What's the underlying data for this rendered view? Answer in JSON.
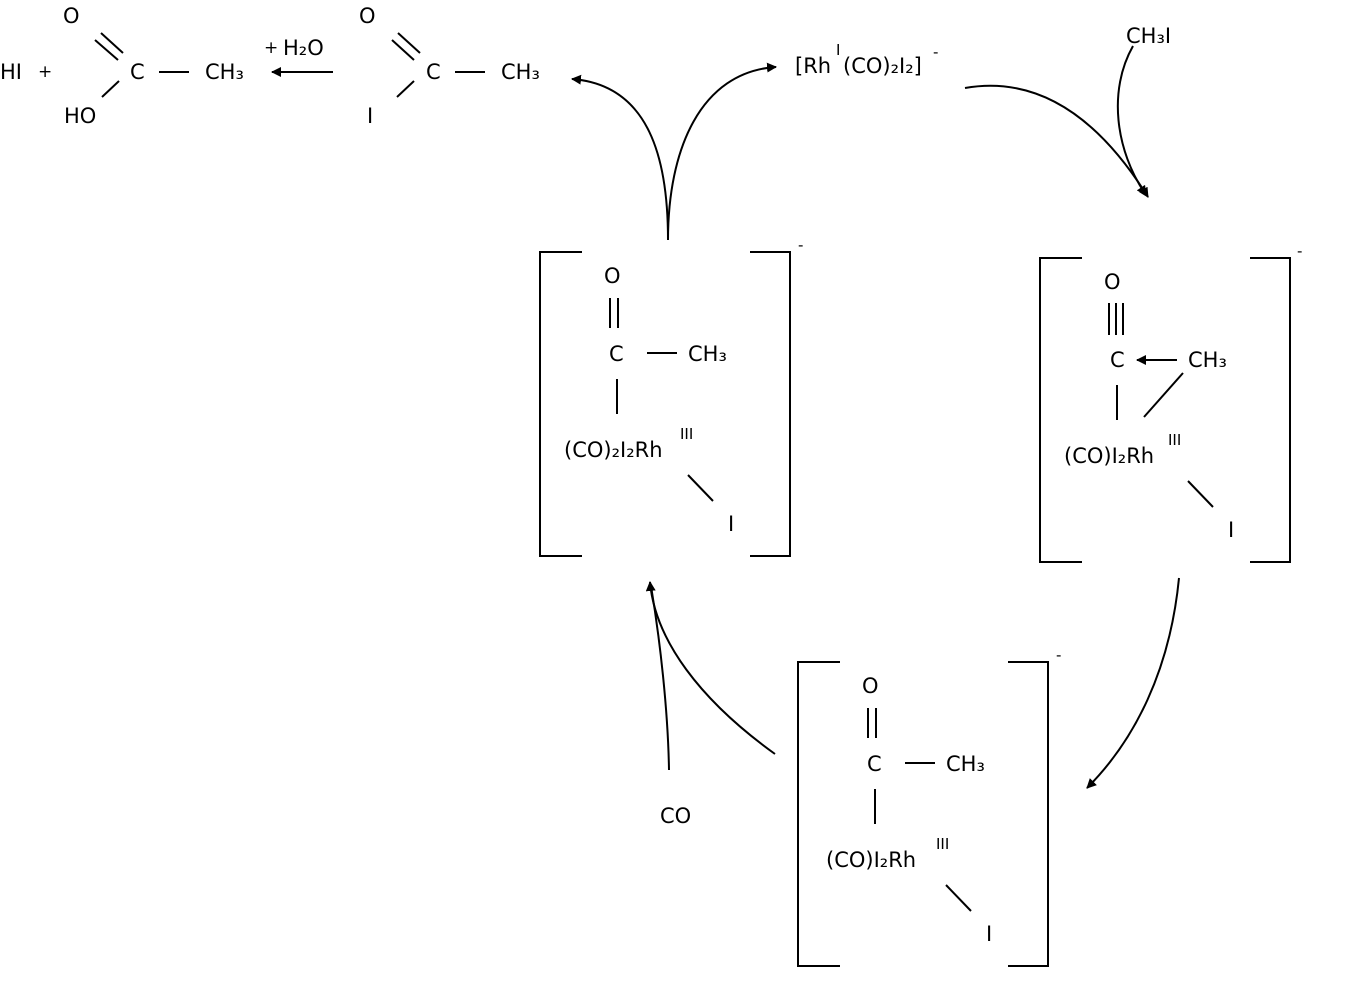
{
  "products": {
    "hi": "HI",
    "plus1": "+",
    "acid_o": "O",
    "acid_c": "C",
    "acid_ho": "HO",
    "acid_ch3": "CH₃",
    "water": "H₂O",
    "water_plus": "+"
  },
  "acetyl_iodide": {
    "o": "O",
    "c": "C",
    "i": "I",
    "ch3": "CH₃"
  },
  "catalyst": {
    "label_a": "[Rh",
    "ox": "I",
    "label_b": "(CO)₂I₂]",
    "charge": "-"
  },
  "reagents": {
    "methyl_iodide": "CH₃I",
    "carbon_monoxide": "CO"
  },
  "complex_left": {
    "o": "O",
    "c": "C",
    "ch3": "CH₃",
    "rh": "(CO)₂I₂Rh",
    "ox": "III",
    "i": "I",
    "charge": "-"
  },
  "complex_right": {
    "o": "O",
    "c": "C",
    "ch3": "CH₃",
    "rh": "(CO)I₂Rh",
    "ox": "III",
    "i": "I",
    "charge": "-"
  },
  "complex_bottom": {
    "o": "O",
    "c": "C",
    "ch3": "CH₃",
    "rh": "(CO)I₂Rh",
    "ox": "III",
    "i": "I",
    "charge": "-"
  }
}
